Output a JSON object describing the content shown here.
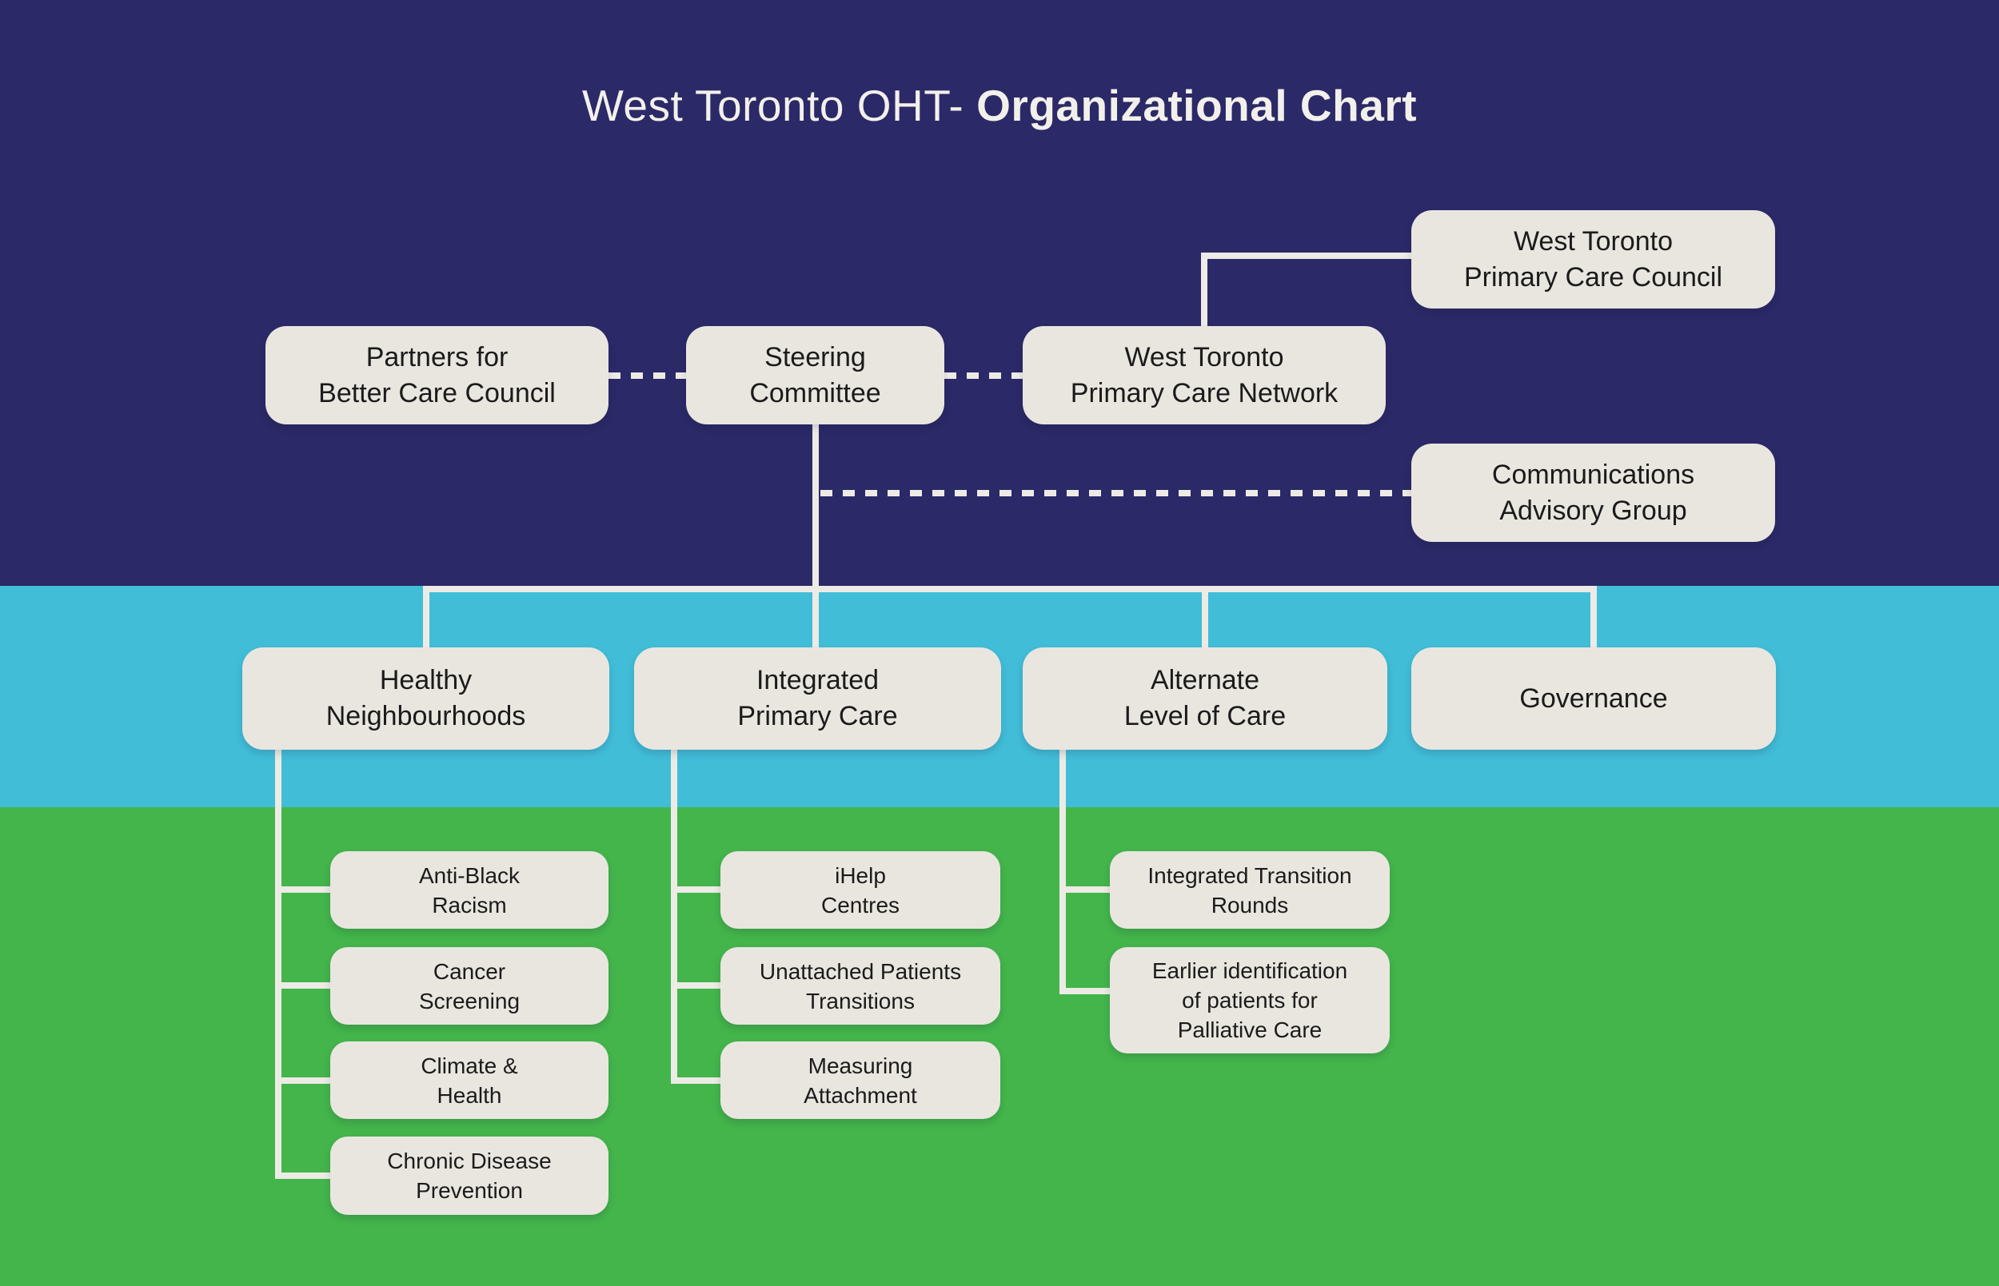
{
  "title": {
    "regular": "West Toronto OHT-",
    "bold": "Organizational Chart"
  },
  "colors": {
    "navy": "#2b2967",
    "cyan": "#41bdd8",
    "green": "#43b54b",
    "box_fill": "#e9e6e0",
    "connector": "#edebe5",
    "title_text": "#f2f0ea",
    "box_text": "#1b1b1b"
  },
  "nodes": {
    "wt_primary_care_council": {
      "lines": [
        "West Toronto",
        "Primary Care Council"
      ]
    },
    "partners_better_care_council": {
      "lines": [
        "Partners for",
        "Better Care Council"
      ]
    },
    "steering_committee": {
      "lines": [
        "Steering",
        "Committee"
      ]
    },
    "wt_primary_care_network": {
      "lines": [
        "West Toronto",
        "Primary Care Network"
      ]
    },
    "communications_advisory_group": {
      "lines": [
        "Communications",
        "Advisory Group"
      ]
    },
    "healthy_neighbourhoods": {
      "lines": [
        "Healthy",
        "Neighbourhoods"
      ]
    },
    "integrated_primary_care": {
      "lines": [
        "Integrated",
        "Primary Care"
      ]
    },
    "alternate_level_of_care": {
      "lines": [
        "Alternate",
        "Level of Care"
      ]
    },
    "governance": {
      "lines": [
        "Governance"
      ]
    },
    "anti_black_racism": {
      "lines": [
        "Anti-Black",
        "Racism"
      ]
    },
    "cancer_screening": {
      "lines": [
        "Cancer",
        "Screening"
      ]
    },
    "climate_health": {
      "lines": [
        "Climate &",
        "Health"
      ]
    },
    "chronic_disease_prevention": {
      "lines": [
        "Chronic Disease",
        "Prevention"
      ]
    },
    "ihelp_centres": {
      "lines": [
        "iHelp",
        "Centres"
      ]
    },
    "unattached_patients_transitions": {
      "lines": [
        "Unattached Patients",
        "Transitions"
      ]
    },
    "measuring_attachment": {
      "lines": [
        "Measuring",
        "Attachment"
      ]
    },
    "integrated_transition_rounds": {
      "lines": [
        "Integrated Transition",
        "Rounds"
      ]
    },
    "earlier_identification_palliative": {
      "lines": [
        "Earlier identification",
        "of patients for",
        "Palliative Care"
      ]
    }
  },
  "edges": [
    {
      "from": "steering_committee",
      "to": "partners_better_care_council",
      "style": "dashed"
    },
    {
      "from": "steering_committee",
      "to": "wt_primary_care_network",
      "style": "dashed"
    },
    {
      "from": "wt_primary_care_network",
      "to": "wt_primary_care_council",
      "style": "solid"
    },
    {
      "from": "steering_committee",
      "to": "communications_advisory_group",
      "style": "dashed"
    },
    {
      "from": "steering_committee",
      "to": "healthy_neighbourhoods",
      "style": "solid"
    },
    {
      "from": "steering_committee",
      "to": "integrated_primary_care",
      "style": "solid"
    },
    {
      "from": "steering_committee",
      "to": "alternate_level_of_care",
      "style": "solid"
    },
    {
      "from": "steering_committee",
      "to": "governance",
      "style": "solid"
    },
    {
      "from": "healthy_neighbourhoods",
      "to": "anti_black_racism",
      "style": "solid"
    },
    {
      "from": "healthy_neighbourhoods",
      "to": "cancer_screening",
      "style": "solid"
    },
    {
      "from": "healthy_neighbourhoods",
      "to": "climate_health",
      "style": "solid"
    },
    {
      "from": "healthy_neighbourhoods",
      "to": "chronic_disease_prevention",
      "style": "solid"
    },
    {
      "from": "integrated_primary_care",
      "to": "ihelp_centres",
      "style": "solid"
    },
    {
      "from": "integrated_primary_care",
      "to": "unattached_patients_transitions",
      "style": "solid"
    },
    {
      "from": "integrated_primary_care",
      "to": "measuring_attachment",
      "style": "solid"
    },
    {
      "from": "alternate_level_of_care",
      "to": "integrated_transition_rounds",
      "style": "solid"
    },
    {
      "from": "alternate_level_of_care",
      "to": "earlier_identification_palliative",
      "style": "solid"
    }
  ]
}
